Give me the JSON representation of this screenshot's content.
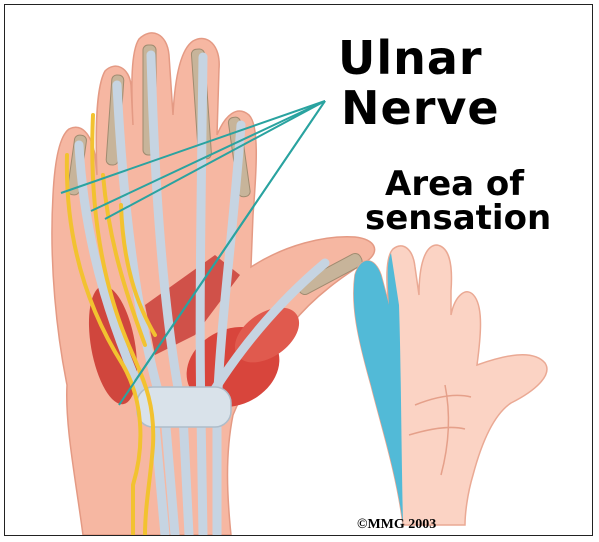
{
  "labels": {
    "nerve_title_line1": "Ulnar",
    "nerve_title_line2": "Nerve",
    "area_title_line1": "Area of",
    "area_title_line2": "sensation",
    "copyright": "©MMG 2003"
  },
  "colors": {
    "skin": "#f7b8a4",
    "skin_light": "#fbd3c4",
    "muscle": "#d8453c",
    "tendon": "#c9d6e3",
    "bone": "#b8a48a",
    "nerve": "#f2c230",
    "pointer_line": "#2aa3a0",
    "sensation_area": "#49b8d8"
  }
}
